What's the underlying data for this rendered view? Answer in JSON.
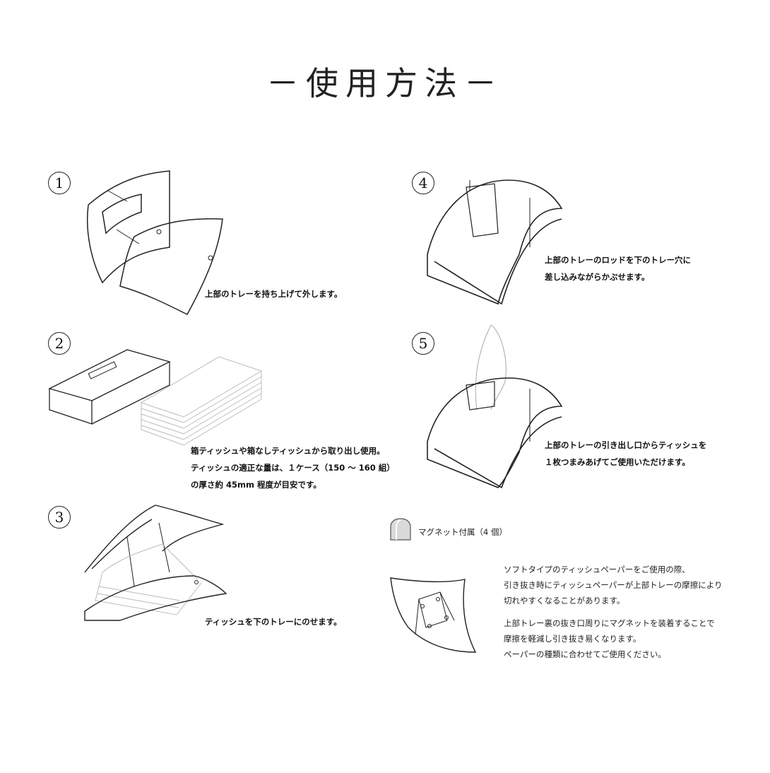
{
  "page": {
    "title": "－使用方法－"
  },
  "steps": [
    {
      "number": "1",
      "lines": [
        "上部のトレーを持ち上げて外します。"
      ],
      "illustration": "tray-lift-icon"
    },
    {
      "number": "2",
      "lines": [
        "箱ティッシュや箱なしティッシュから取り出し使用。",
        "ティッシュの適正な量は、１ケース（150 ～ 160 組）",
        "の厚さ約 45mm 程度が目安です。"
      ],
      "illustration": "tissue-box-icon"
    },
    {
      "number": "3",
      "lines": [
        "ティッシュを下のトレーにのせます。"
      ],
      "illustration": "tissue-on-tray-icon"
    },
    {
      "number": "4",
      "lines": [
        "上部のトレーのロッドを下のトレー穴に",
        "差し込みながらかぶせます。"
      ],
      "illustration": "tray-cover-icon"
    },
    {
      "number": "5",
      "lines": [
        "上部のトレーの引き出し口からティッシュを",
        "１枚つまみあげてご使用いただけます。"
      ],
      "illustration": "tissue-pull-icon"
    }
  ],
  "magnet": {
    "label": "マグネット付属（4 個）",
    "lines": [
      "ソフトタイプのティッシュペーパーをご使用の際、",
      "引き抜き時にティッシュペーパーが上部トレーの摩擦により",
      "切れやすくなることがあります。",
      "",
      "上部トレー裏の抜き口周りにマグネットを装着することで",
      "摩擦を軽減し引き抜き易くなります。",
      "ペーパーの種類に合わせてご使用ください。"
    ]
  }
}
